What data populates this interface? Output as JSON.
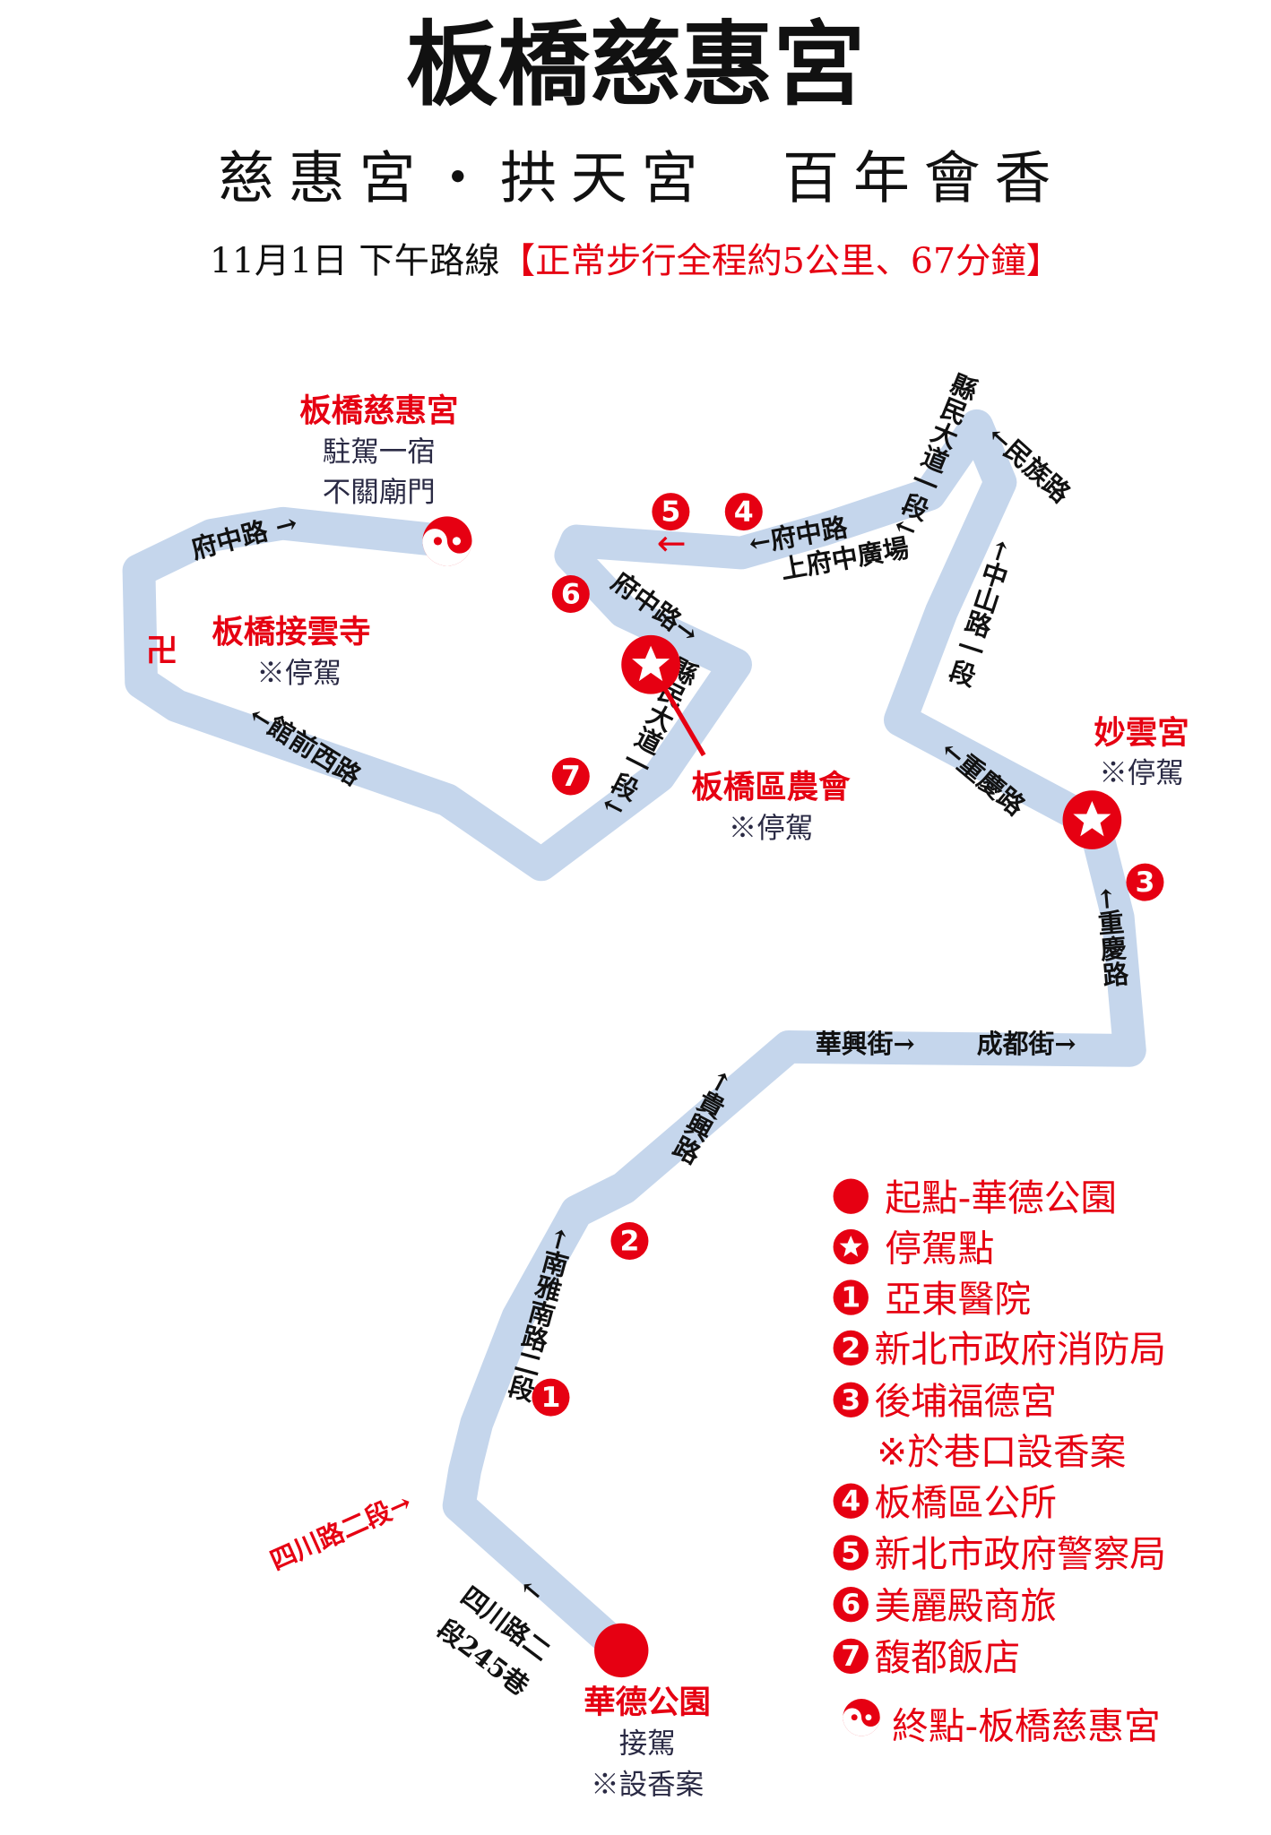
{
  "header": {
    "title": "板橋慈惠宮",
    "subtitle": "慈惠宮・拱天宮　百年會香",
    "route_date": "11月1日 下午路線",
    "route_note": "【正常步行全程約5公里、67分鐘】"
  },
  "colors": {
    "route": "#c5d6ec",
    "accent": "#e60012",
    "text": "#111111"
  },
  "places": {
    "end": {
      "name": "板橋慈惠宮",
      "line1": "駐駕一宿",
      "line2": "不關廟門"
    },
    "jieyun": {
      "icon": "卍",
      "name": "板橋接雲寺",
      "note": "※停駕"
    },
    "farmers": {
      "name": "板橋區農會",
      "note": "※停駕"
    },
    "miaoyun": {
      "name": "妙雲宮",
      "note": "※停駕"
    },
    "start": {
      "name": "華德公園",
      "line1": "接駕",
      "line2": "※設香案"
    }
  },
  "roads": {
    "fuzhong_top": "府中路 →",
    "guanqian": "←館前西路",
    "fuzhong_mid": "府中路→",
    "xianmin_mid": "縣民大道一段↓",
    "fuzhong_small": "←府中路",
    "plaza": "上府中廣場",
    "xianmin_top": "縣民大道一段↓",
    "minzu": "←民族路",
    "zhongshan": "←中山路一段",
    "chongqing_diag": "←重慶路",
    "chongqing_vert": "←重慶路",
    "huaxing": "華興街→",
    "chengdu": "成都街→",
    "guixing": "←貴興路",
    "nanya": "←南雅南路二段",
    "sichuan": "四川路二段→",
    "lane_arrow": "←",
    "lane1": "四川路二",
    "lane2": "段245巷"
  },
  "markers": [
    "1",
    "2",
    "3",
    "4",
    "5",
    "6",
    "7"
  ],
  "legend": [
    {
      "icon": "start-dot",
      "label": "起點-華德公園"
    },
    {
      "icon": "star",
      "label": "停駕點"
    },
    {
      "icon": "1",
      "label": "亞東醫院"
    },
    {
      "icon": "2",
      "label": "新北市政府消防局"
    },
    {
      "icon": "3",
      "label": "後埔福德宮"
    },
    {
      "icon": "",
      "label": "※於巷口設香案"
    },
    {
      "icon": "4",
      "label": "板橋區公所"
    },
    {
      "icon": "5",
      "label": "新北市政府警察局"
    },
    {
      "icon": "6",
      "label": "美麗殿商旅"
    },
    {
      "icon": "7",
      "label": "馥都飯店"
    },
    {
      "icon": "yin-yang",
      "label": "終點-板橋慈惠宮"
    }
  ]
}
